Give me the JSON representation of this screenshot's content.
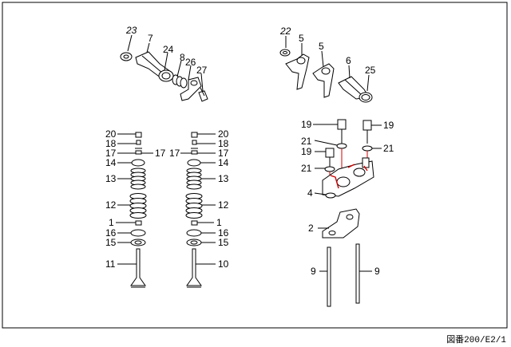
{
  "callouts": {
    "c23": "23",
    "c7": "7",
    "c24": "24",
    "c8": "8",
    "c26": "26",
    "c27": "27",
    "c22": "22",
    "c5a": "5",
    "c5b": "5",
    "c6": "6",
    "c25": "25",
    "c19a": "19",
    "c19b": "19",
    "c21a": "21",
    "c21b": "21",
    "c19c": "19",
    "c21c": "21",
    "c4": "4",
    "c2": "2",
    "c9a": "9",
    "c9b": "9",
    "L20": "20",
    "L18": "18",
    "L17a": "17",
    "L17b": "17",
    "L14": "14",
    "L13": "13",
    "L12": "12",
    "L1": "1",
    "L16": "16",
    "L15": "15",
    "L11": "11",
    "R20": "20",
    "R18": "18",
    "R17a": "17",
    "R17b": "17",
    "R14": "14",
    "R13": "13",
    "R12": "12",
    "R1": "1",
    "R16": "16",
    "R15": "15",
    "R10": "10"
  },
  "diagram_code": "図番200/E2/1",
  "colors": {
    "line": "#000000",
    "highlight": "#d00000"
  }
}
